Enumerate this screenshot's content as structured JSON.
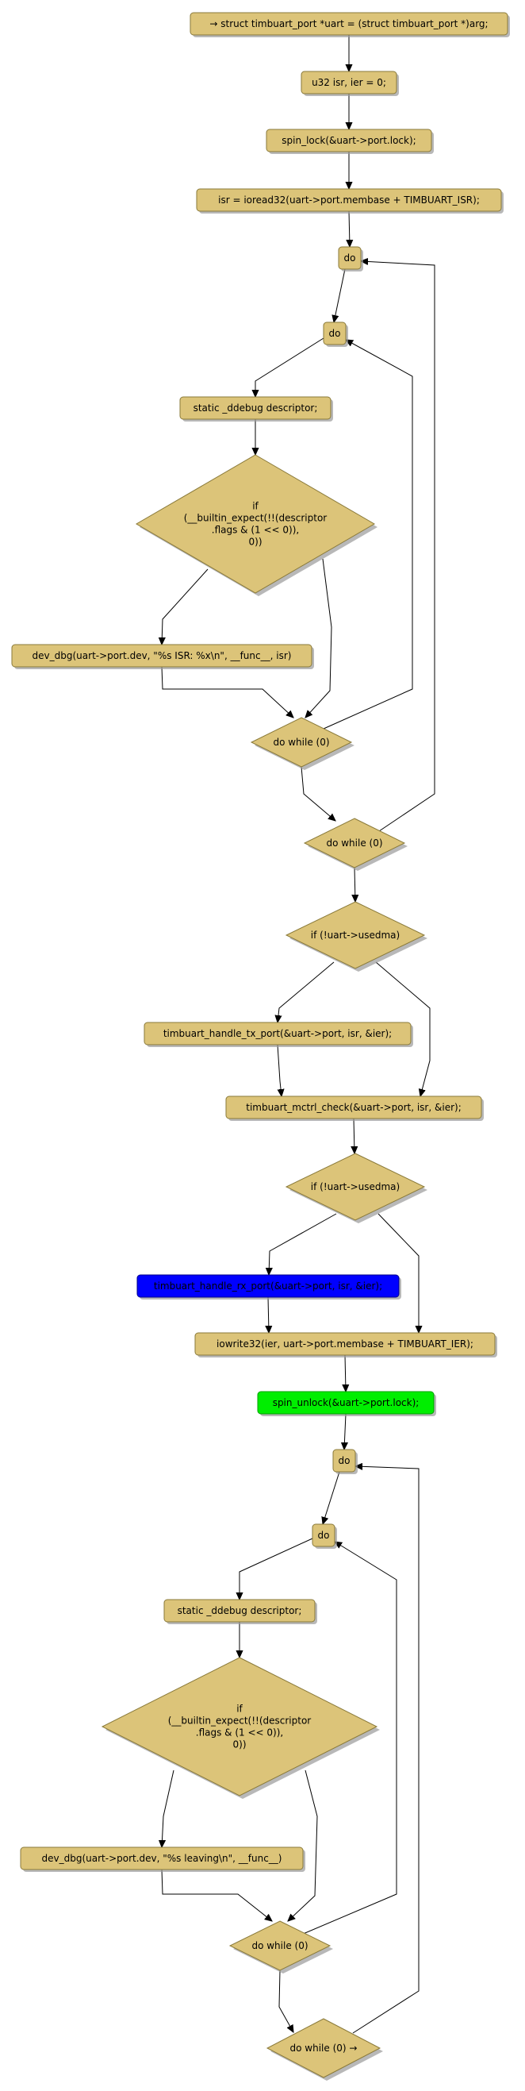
{
  "colors": {
    "node_fill": "#dcc479",
    "node_stroke": "#8a7a3a",
    "shadow": "#9a9a9a",
    "highlight_blue": "#0000ff",
    "highlight_green": "#00ee00",
    "edge": "#000000"
  },
  "nodes": [
    {
      "id": "n1",
      "kind": "action",
      "lines": [
        "→ struct timbuart_port *uart = (struct timbuart_port *)arg;"
      ]
    },
    {
      "id": "n2",
      "kind": "action",
      "lines": [
        "u32 isr, ier = 0;"
      ]
    },
    {
      "id": "n3",
      "kind": "action",
      "lines": [
        "spin_lock(&uart->port.lock);"
      ]
    },
    {
      "id": "n4",
      "kind": "action",
      "lines": [
        "isr = ioread32(uart->port.membase + TIMBUART_ISR);"
      ]
    },
    {
      "id": "n5",
      "kind": "action",
      "lines": [
        "do"
      ]
    },
    {
      "id": "n6",
      "kind": "action",
      "lines": [
        "do"
      ]
    },
    {
      "id": "n7",
      "kind": "action",
      "lines": [
        "static _ddebug descriptor;"
      ]
    },
    {
      "id": "n8",
      "kind": "decision",
      "lines": [
        "if",
        "(__builtin_expect(!!(descriptor",
        ".flags & (1 << 0)),",
        "0))"
      ]
    },
    {
      "id": "n9",
      "kind": "action",
      "lines": [
        "dev_dbg(uart->port.dev, \"%s ISR: %x\\n\", __func__, isr)"
      ]
    },
    {
      "id": "n10",
      "kind": "decision",
      "lines": [
        "do while (0)"
      ]
    },
    {
      "id": "n11",
      "kind": "decision",
      "lines": [
        "do while (0)"
      ]
    },
    {
      "id": "n12",
      "kind": "decision",
      "lines": [
        "if (!uart->usedma)"
      ]
    },
    {
      "id": "n13",
      "kind": "action",
      "lines": [
        "timbuart_handle_tx_port(&uart->port, isr, &ier);"
      ]
    },
    {
      "id": "n14",
      "kind": "action",
      "lines": [
        "timbuart_mctrl_check(&uart->port, isr, &ier);"
      ]
    },
    {
      "id": "n15",
      "kind": "decision",
      "lines": [
        "if (!uart->usedma)"
      ]
    },
    {
      "id": "n16",
      "kind": "action",
      "highlight": "blue",
      "lines": [
        "timbuart_handle_rx_port(&uart->port, isr, &ier);"
      ]
    },
    {
      "id": "n17",
      "kind": "action",
      "lines": [
        "iowrite32(ier, uart->port.membase + TIMBUART_IER);"
      ]
    },
    {
      "id": "n18",
      "kind": "action",
      "highlight": "green",
      "lines": [
        "spin_unlock(&uart->port.lock);"
      ]
    },
    {
      "id": "n19",
      "kind": "action",
      "lines": [
        "do"
      ]
    },
    {
      "id": "n20",
      "kind": "action",
      "lines": [
        "do"
      ]
    },
    {
      "id": "n21",
      "kind": "action",
      "lines": [
        "static _ddebug descriptor;"
      ]
    },
    {
      "id": "n22",
      "kind": "decision",
      "lines": [
        "if",
        "(__builtin_expect(!!(descriptor",
        ".flags & (1 << 0)),",
        "0))"
      ]
    },
    {
      "id": "n23",
      "kind": "action",
      "lines": [
        "dev_dbg(uart->port.dev, \"%s leaving\\n\", __func__)"
      ]
    },
    {
      "id": "n24",
      "kind": "decision",
      "lines": [
        "do while (0)"
      ]
    },
    {
      "id": "n25",
      "kind": "decision",
      "lines": [
        "do while (0) →"
      ]
    }
  ],
  "edges": [
    {
      "from": "n1",
      "to": "n2"
    },
    {
      "from": "n2",
      "to": "n3"
    },
    {
      "from": "n3",
      "to": "n4"
    },
    {
      "from": "n4",
      "to": "n5"
    },
    {
      "from": "n5",
      "to": "n6"
    },
    {
      "from": "n6",
      "to": "n7"
    },
    {
      "from": "n7",
      "to": "n8"
    },
    {
      "from": "n8",
      "to": "n9"
    },
    {
      "from": "n8",
      "to": "n10"
    },
    {
      "from": "n9",
      "to": "n10"
    },
    {
      "from": "n10",
      "to": "n6",
      "kind": "loop-back"
    },
    {
      "from": "n10",
      "to": "n11"
    },
    {
      "from": "n11",
      "to": "n5",
      "kind": "loop-back"
    },
    {
      "from": "n11",
      "to": "n12"
    },
    {
      "from": "n12",
      "to": "n13"
    },
    {
      "from": "n12",
      "to": "n14"
    },
    {
      "from": "n13",
      "to": "n14"
    },
    {
      "from": "n14",
      "to": "n15"
    },
    {
      "from": "n15",
      "to": "n16"
    },
    {
      "from": "n15",
      "to": "n17"
    },
    {
      "from": "n16",
      "to": "n17"
    },
    {
      "from": "n17",
      "to": "n18"
    },
    {
      "from": "n18",
      "to": "n19"
    },
    {
      "from": "n19",
      "to": "n20"
    },
    {
      "from": "n20",
      "to": "n21"
    },
    {
      "from": "n21",
      "to": "n22"
    },
    {
      "from": "n22",
      "to": "n23"
    },
    {
      "from": "n22",
      "to": "n24"
    },
    {
      "from": "n23",
      "to": "n24"
    },
    {
      "from": "n24",
      "to": "n20",
      "kind": "loop-back"
    },
    {
      "from": "n24",
      "to": "n25"
    },
    {
      "from": "n25",
      "to": "n19",
      "kind": "loop-back"
    }
  ]
}
